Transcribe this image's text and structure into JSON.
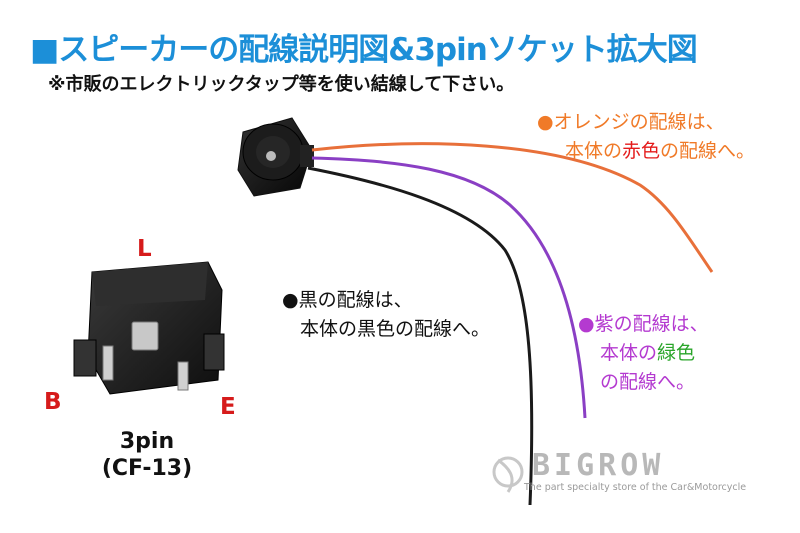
{
  "header": {
    "title": "■スピーカーの配線説明図&3pinソケット拡大図",
    "subtitle": "※市販のエレクトリックタップ等を使い結線して下さい。"
  },
  "wires": {
    "orange": {
      "line1": "●オレンジの配線は、",
      "line2_prefix": "本体の",
      "line2_color": "赤色",
      "line2_suffix": "の配線へ。",
      "color": "#e8703a"
    },
    "black": {
      "line1": "●黒の配線は、",
      "line2": "本体の黒色の配線へ。",
      "color": "#1a1a1a"
    },
    "purple": {
      "line1": "●紫の配線は、",
      "line2_prefix": "本体の",
      "line2_color": "緑色",
      "line3": "の配線へ。",
      "color": "#8a3fc4"
    }
  },
  "socket": {
    "pin_l": "L",
    "pin_b": "B",
    "pin_e": "E",
    "label_line1": "3pin",
    "label_line2": "(CF-13)"
  },
  "brand": {
    "name": "BIGROW",
    "tagline": "The part specialty store of the Car&Motorcycle"
  }
}
